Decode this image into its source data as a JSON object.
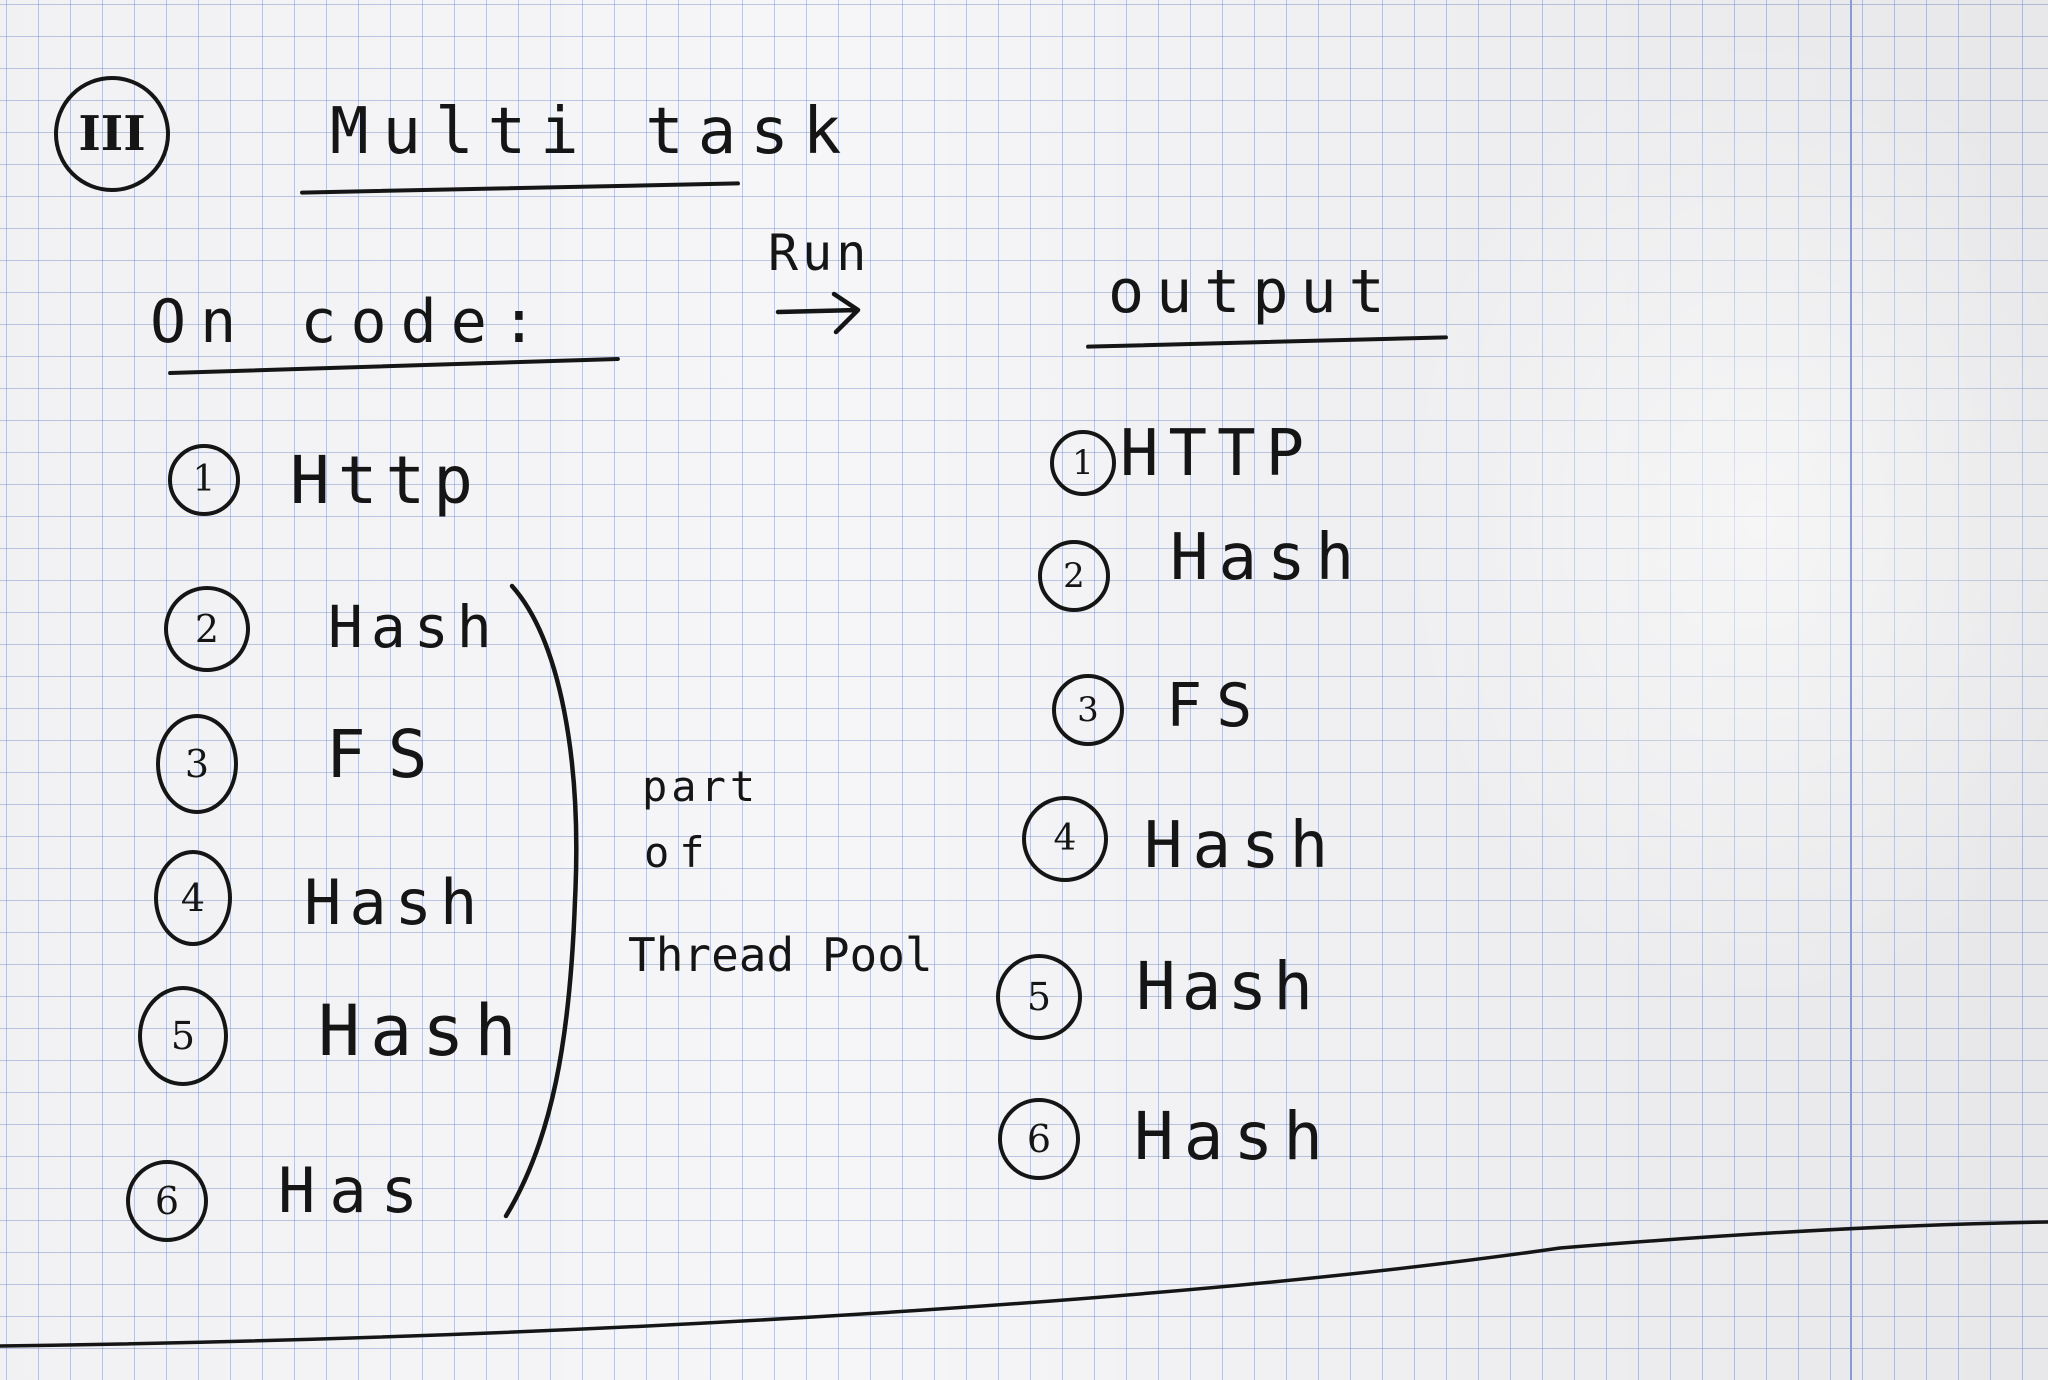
{
  "section_badge": "III",
  "title": "Multi task",
  "left_heading": "On code:",
  "run_label": "Run",
  "right_heading": "output",
  "code_items": [
    {
      "num": "1",
      "label": "Http"
    },
    {
      "num": "2",
      "label": "Hash"
    },
    {
      "num": "3",
      "label": "FS"
    },
    {
      "num": "4",
      "label": "Hash"
    },
    {
      "num": "5",
      "label": "Hash"
    },
    {
      "num": "6",
      "label": "Has"
    }
  ],
  "brace_note": [
    "part",
    "of",
    "Thread Pool"
  ],
  "output_items": [
    {
      "num": "1",
      "label": "HTTP"
    },
    {
      "num": "2",
      "label": "Hash"
    },
    {
      "num": "3",
      "label": "FS"
    },
    {
      "num": "4",
      "label": "Hash"
    },
    {
      "num": "5",
      "label": "Hash"
    },
    {
      "num": "6",
      "label": "Hash"
    }
  ],
  "colors": {
    "ink": "#151515",
    "grid": "#7f93d0",
    "paper": "#f6f6f8"
  }
}
